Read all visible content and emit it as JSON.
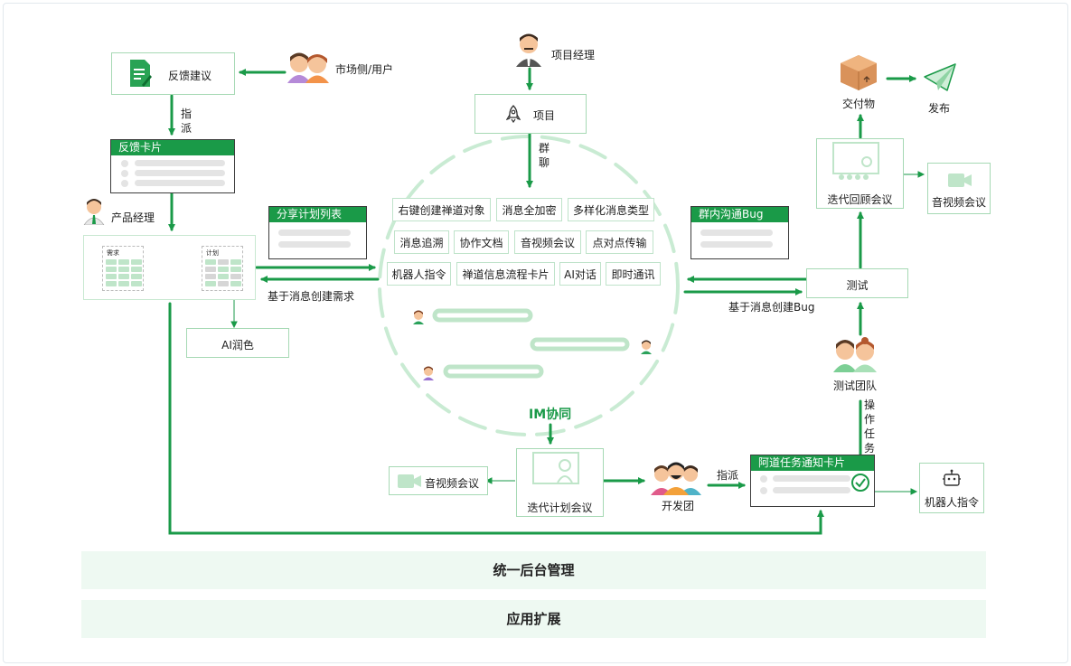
{
  "nodes": {
    "feedback_suggestion": "反馈建议",
    "market_user": "市场侧/用户",
    "assign_a": "指派",
    "feedback_card": "反馈卡片",
    "product_manager": "产品经理",
    "requirement": "需求",
    "plan": "计划",
    "ai_polish": "AI润色",
    "share_plan_list": "分享计划列表",
    "create_requirement_from_msg": "基于消息创建需求",
    "project_manager": "项目经理",
    "project": "项目",
    "group_chat": "群聊",
    "im_collab": "IM协同",
    "group_bug_card": "群内沟通Bug",
    "create_bug_from_msg": "基于消息创建Bug",
    "iteration_plan_meeting": "迭代计划会议",
    "av_meeting_left": "音视频会议",
    "dev_team": "开发团",
    "assign_b": "指派",
    "task_notify_card": "阿道任务通知卡片",
    "robot_command_right": "机器人指令",
    "operate_task": "操作任务",
    "test_team": "测试团队",
    "test": "测试",
    "iteration_review_meeting": "迭代回顾会议",
    "av_meeting_right": "音视频会议",
    "deliverable": "交付物",
    "publish": "发布"
  },
  "features": [
    "右键创建禅道对象",
    "消息全加密",
    "多样化消息类型",
    "消息追溯",
    "协作文档",
    "音视频会议",
    "点对点传输",
    "机器人指令",
    "禅道信息流程卡片",
    "AI对话",
    "即时通讯"
  ],
  "bands": {
    "backend": "统一后台管理",
    "extension": "应用扩展"
  },
  "icons": {
    "doc": "document-icon",
    "rocket": "rocket-icon",
    "camera": "video-camera-icon",
    "robot": "robot-icon",
    "box": "package-icon",
    "plane": "paper-plane-icon",
    "check": "check-circle-icon"
  },
  "colors": {
    "accent": "#1a9a48",
    "light_green": "#a6d9b4",
    "band_bg": "#eef9f2"
  }
}
